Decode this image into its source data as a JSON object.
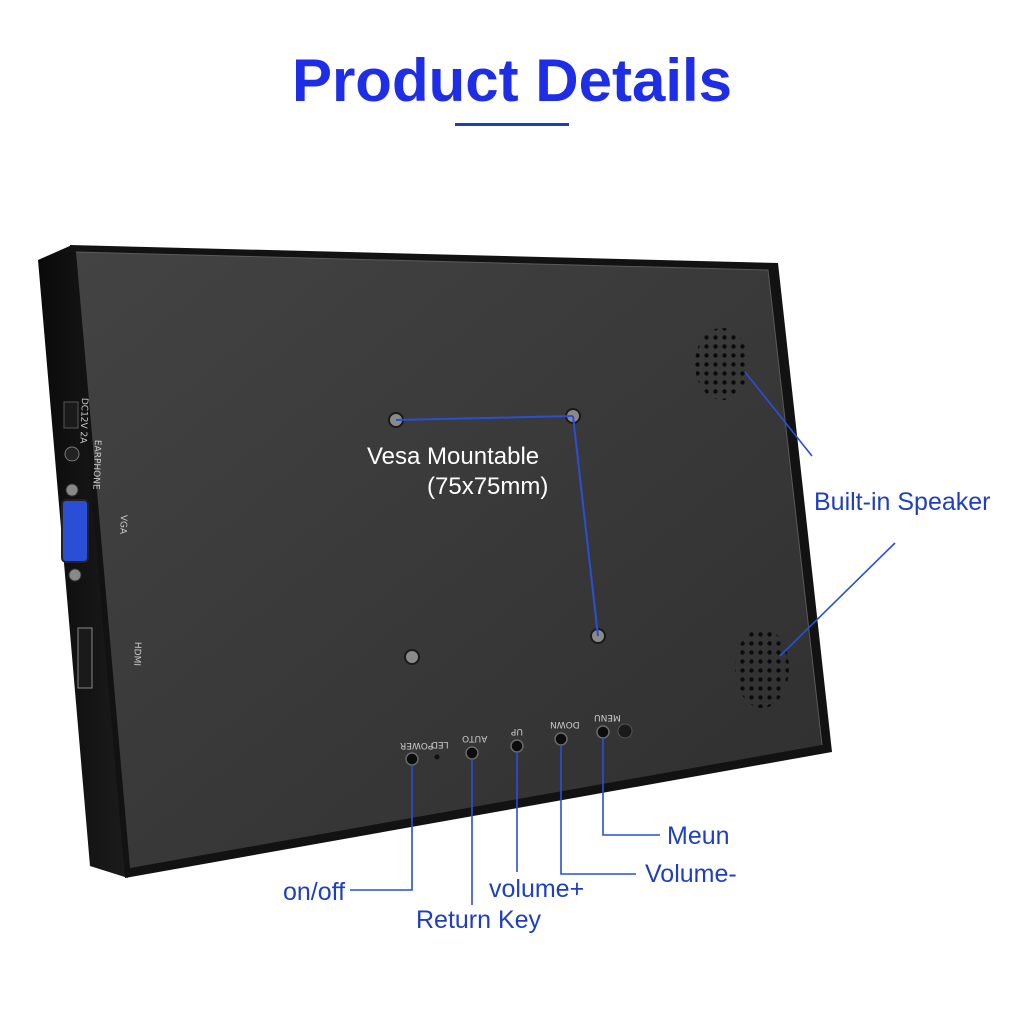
{
  "header": {
    "title": "Product Details"
  },
  "vesa": {
    "line1": "Vesa Mountable",
    "line2": "(75x75mm)"
  },
  "callouts": {
    "speaker": "Built-in Speaker",
    "menu": "Meun",
    "volume_down": "Volume-",
    "volume_up": "volume+",
    "power": "on/off",
    "return": "Return Key"
  },
  "port_labels": {
    "dc": "DC12V 2A",
    "earphone": "EARPHONE",
    "vga": "VGA",
    "hdmi": "HDMI"
  },
  "button_labels": {
    "power": "POWER",
    "led": "LED",
    "auto": "AUTO",
    "up": "UP",
    "down": "DOWN",
    "menu": "MENU"
  },
  "colors": {
    "title": "#1e2de6",
    "callout_text": "#1f3fc0",
    "callout_line": "#2a4fd6",
    "panel": "#3a3a3a",
    "frame": "#111111"
  }
}
